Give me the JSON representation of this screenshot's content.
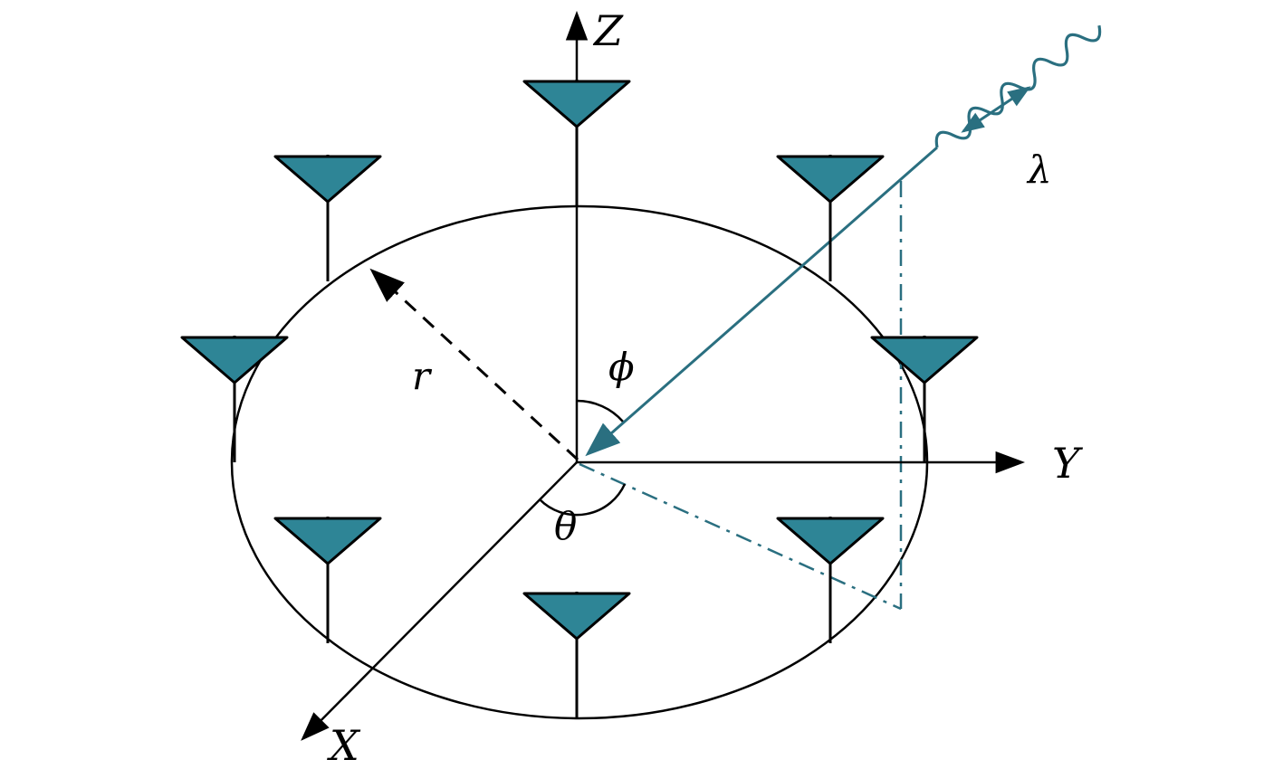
{
  "figure": {
    "type": "diagram",
    "description": "Uniform circular antenna array geometry with incoming plane wave",
    "antenna_count": 8,
    "axis_labels": {
      "x": "X",
      "y": "Y",
      "z": "Z"
    },
    "symbols": {
      "radius": "r",
      "elevation_angle": "ϕ",
      "azimuth_angle": "θ",
      "wavelength": "λ"
    },
    "colors": {
      "antenna_fill": "#2e8596",
      "signal": "#2a6f80",
      "stroke": "#000000",
      "background": "#ffffff"
    }
  }
}
